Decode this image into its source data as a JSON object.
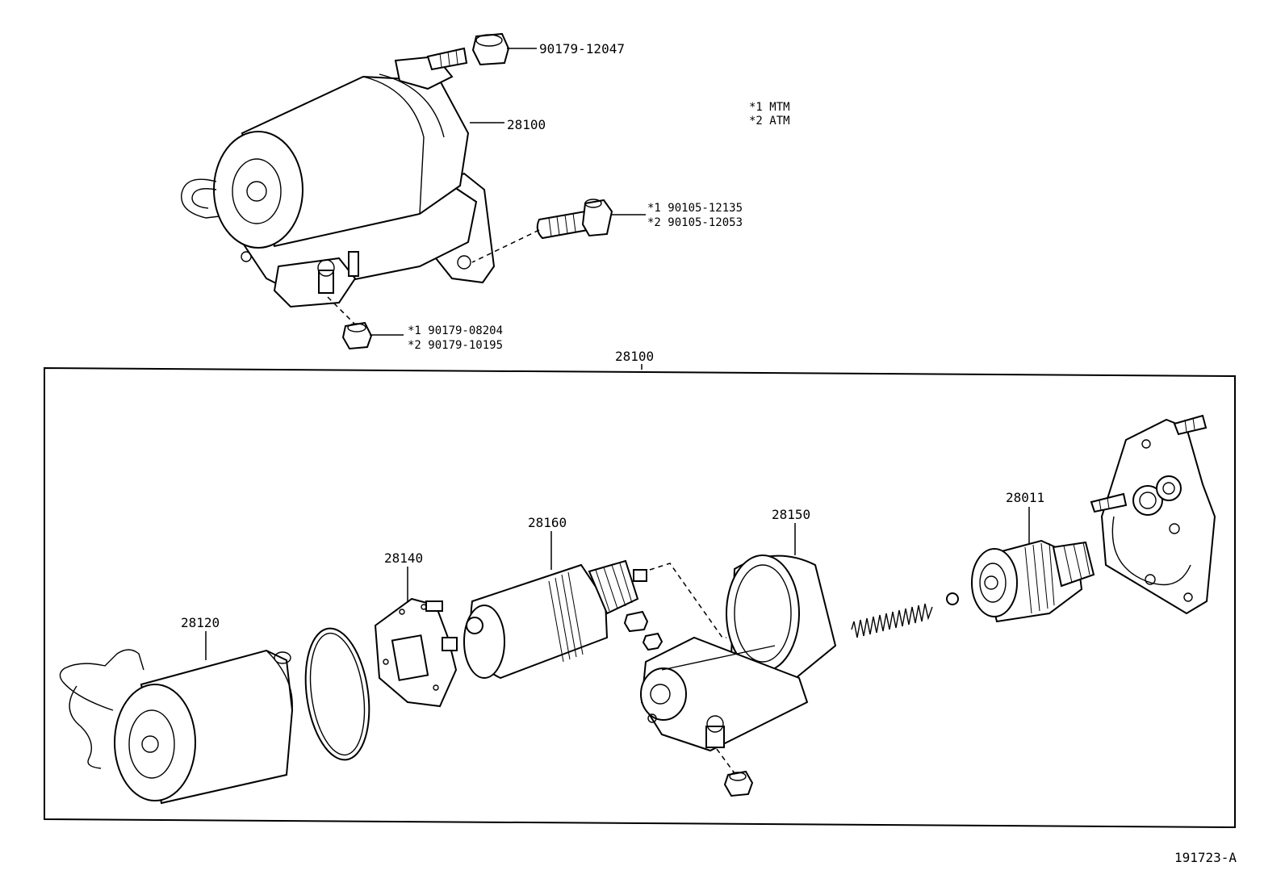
{
  "labels": {
    "top_assembly": "28100",
    "top_nut": "90179-12047",
    "note_1": "*1 MTM",
    "note_2": "*2 ATM",
    "bolt_1": "*1 90105-12135",
    "bolt_2": "*2 90105-12053",
    "terminal_nut_1": "*1 90179-08204",
    "terminal_nut_2": "*2 90179-10195",
    "box_title": "28100",
    "yoke": "28120",
    "brush_holder": "28140",
    "armature": "28160",
    "magnetic_switch": "28150",
    "clutch": "28011",
    "figure_id": "191723-A"
  }
}
